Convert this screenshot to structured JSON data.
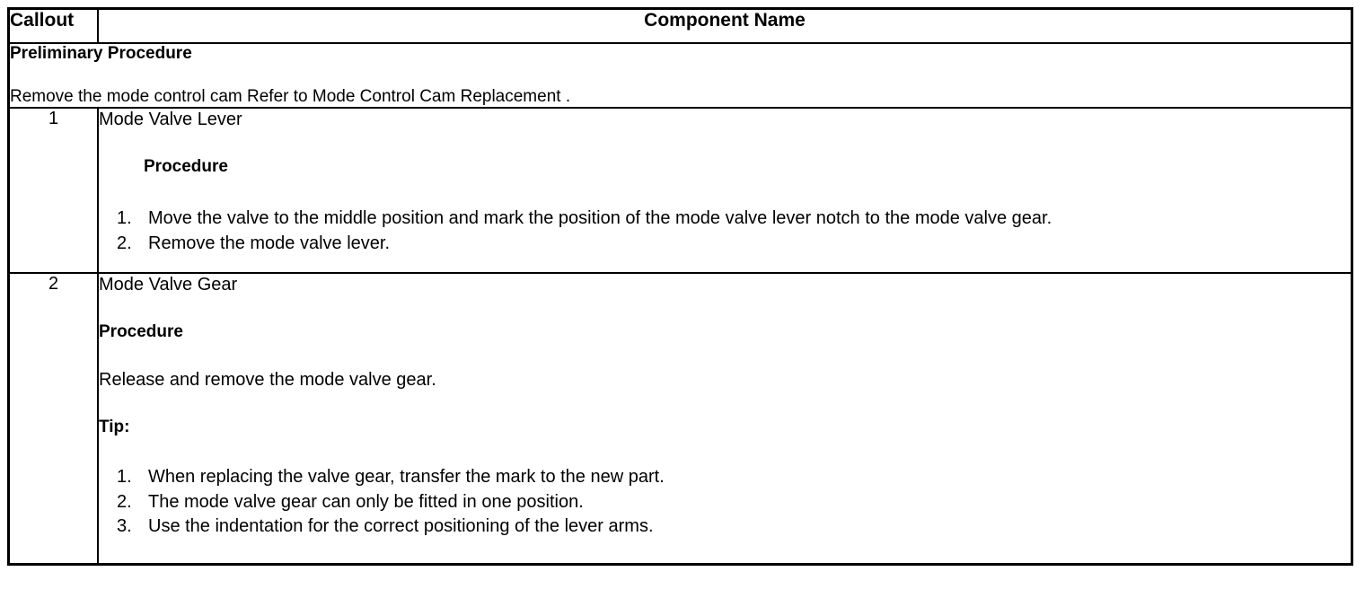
{
  "table": {
    "header": {
      "callout_label": "Callout",
      "component_label": "Component Name"
    },
    "preliminary": {
      "title": "Preliminary Procedure",
      "text": "Remove the mode control cam Refer to Mode Control Cam Replacement ."
    },
    "rows": [
      {
        "callout": "1",
        "component_name": "Mode Valve Lever",
        "procedure_heading": "Procedure",
        "steps": [
          {
            "num": "1.",
            "text": "Move the valve to the middle position and mark the position of the mode valve lever notch to the mode valve gear."
          },
          {
            "num": "2.",
            "text": "Remove the mode valve lever."
          }
        ]
      },
      {
        "callout": "2",
        "component_name": "Mode Valve Gear",
        "procedure_heading": "Procedure",
        "procedure_text": "Release and remove the mode valve gear.",
        "tip_heading": "Tip:",
        "tips": [
          {
            "num": "1.",
            "text": "When replacing the valve gear, transfer the mark to the new part."
          },
          {
            "num": "2.",
            "text": "The mode valve gear can only be fitted in one position."
          },
          {
            "num": "3.",
            "text": "Use the indentation for the correct positioning of the lever arms."
          }
        ]
      }
    ]
  }
}
